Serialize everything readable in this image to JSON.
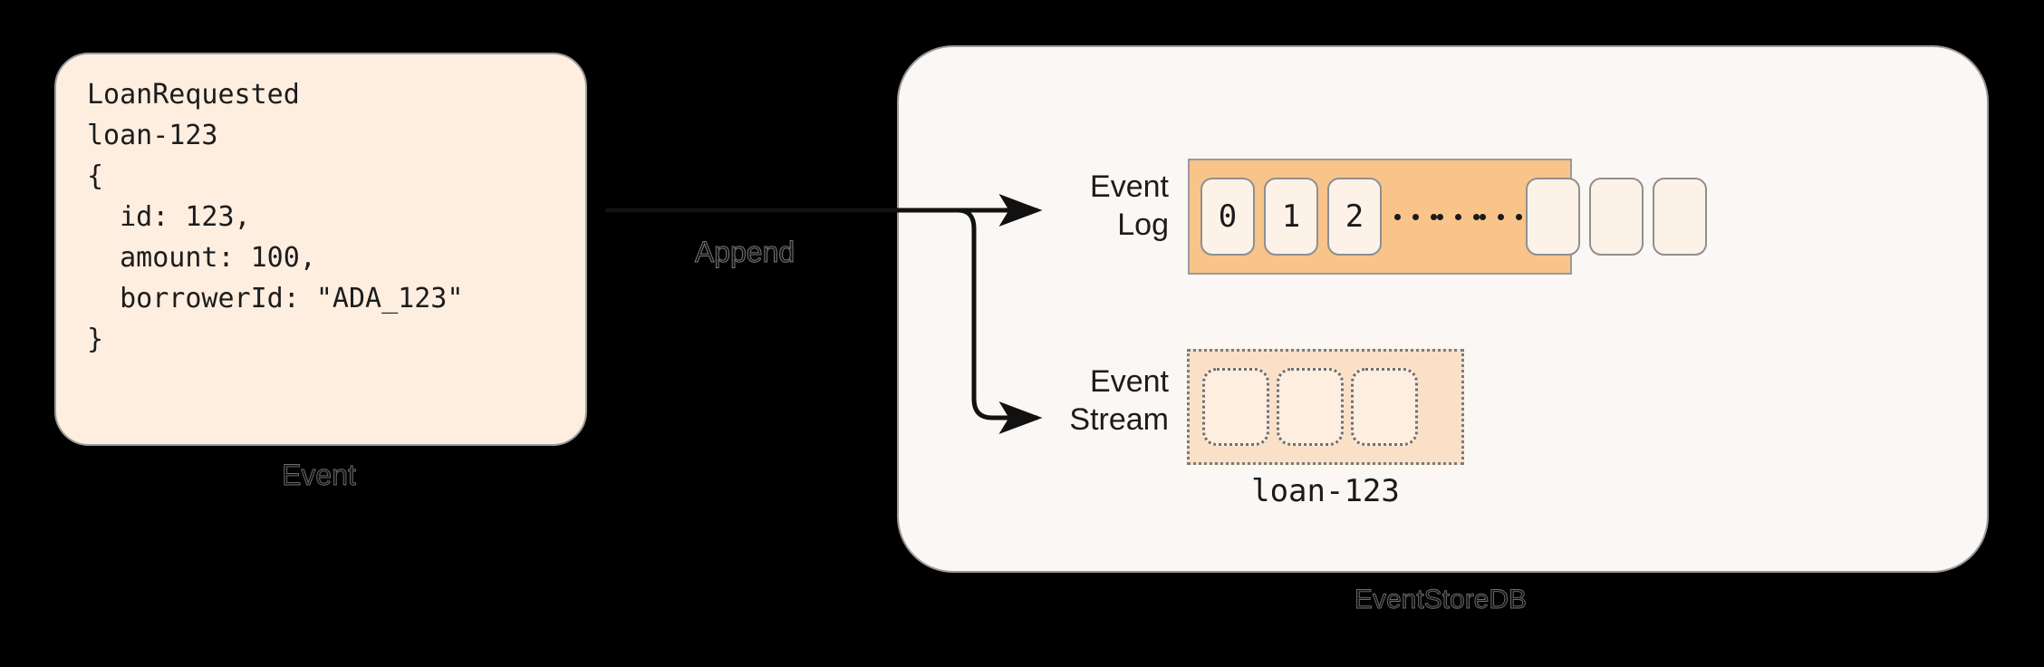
{
  "background_color": "#000000",
  "event_card": {
    "fill_color": "#fdeee0",
    "border_color": "#9a9a9a",
    "body": "LoanRequested\nloan-123\n{\n  id: 123,\n  amount: 100,\n  borrowerId: \"ADA_123\"\n}",
    "caption": "Event"
  },
  "arrow": {
    "label": "Append",
    "color": "#111111",
    "targets": [
      "Event Log",
      "Event Stream"
    ]
  },
  "eventstoredb": {
    "caption": "EventStoreDB",
    "fill_color": "#faf7f4",
    "border_color": "#9a9a9a",
    "event_log": {
      "label": "Event\nLog",
      "band_color": "#f8c48a",
      "slot_color": "#fdf2e8",
      "numbered_slots": [
        "0",
        "1",
        "2"
      ],
      "ellipsis_groups": 3,
      "dots_per_group": 3,
      "empty_slots": 3
    },
    "event_stream": {
      "label": "Event\nStream",
      "band_color": "#fbe0c8",
      "slot_color": "#fdeee0",
      "border_style": "dotted",
      "empty_slots": 3,
      "stream_name": "loan-123"
    }
  }
}
